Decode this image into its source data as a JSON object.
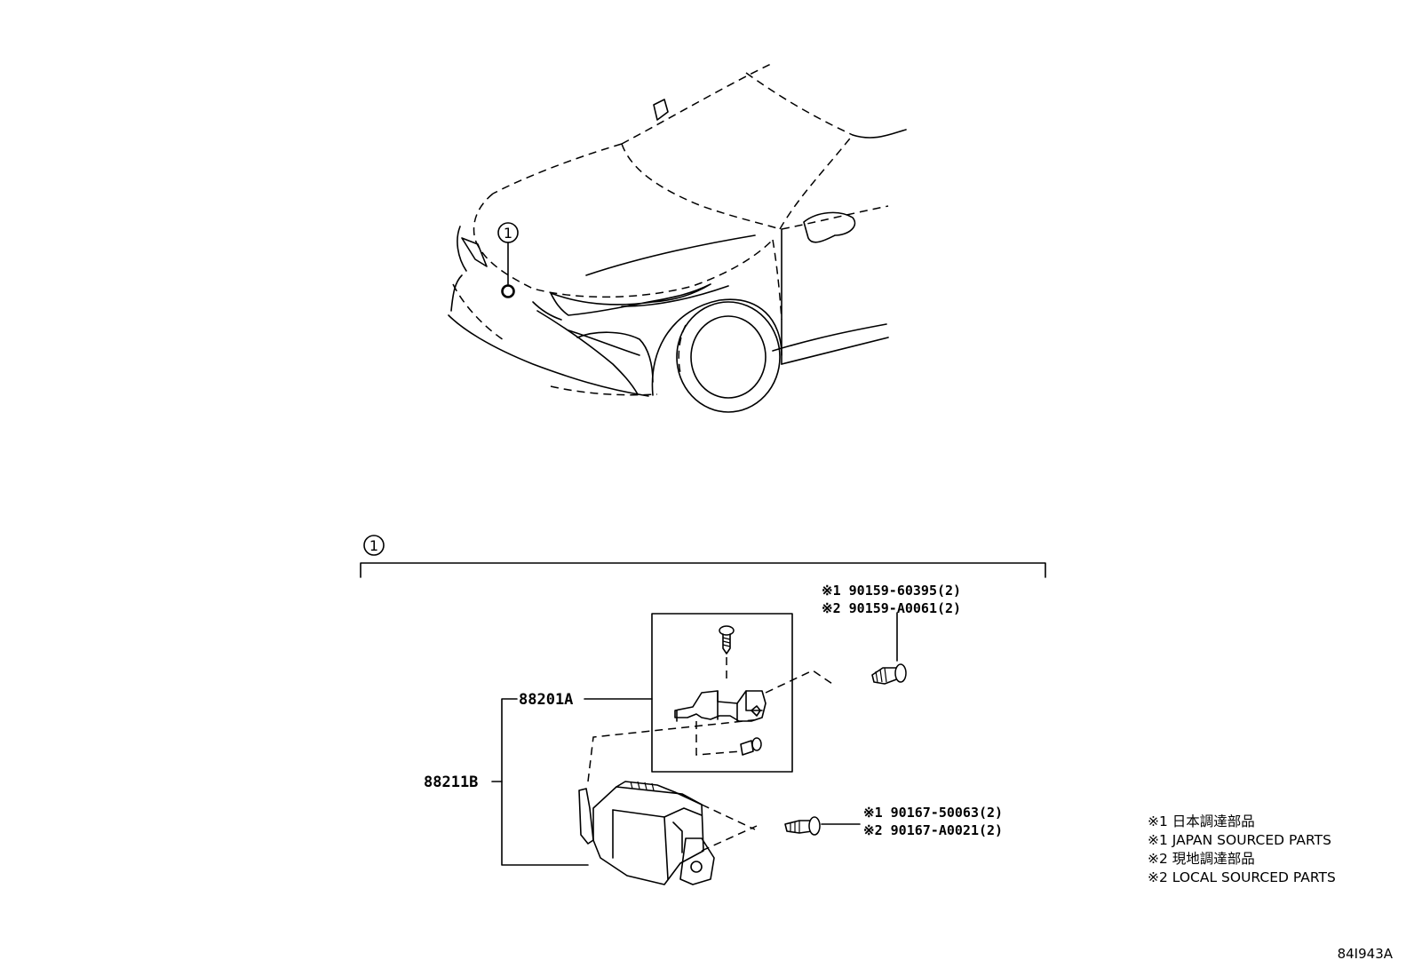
{
  "diagram": {
    "callout_ref": "1",
    "group_ref": "1",
    "parts": {
      "bracket": "88201A",
      "sensor_assy": "88211B"
    },
    "bolt_upper": {
      "line1": "※1 90159-60395(2)",
      "line2": "※2 90159-A0061(2)"
    },
    "bolt_lower": {
      "line1": "※1 90167-50063(2)",
      "line2": "※2 90167-A0021(2)"
    },
    "legend": [
      "※1 日本調達部品",
      "※1 JAPAN SOURCED PARTS",
      "※2 現地調達部品",
      "※2 LOCAL SOURCED PARTS"
    ],
    "drawing_code": "84I943A"
  }
}
